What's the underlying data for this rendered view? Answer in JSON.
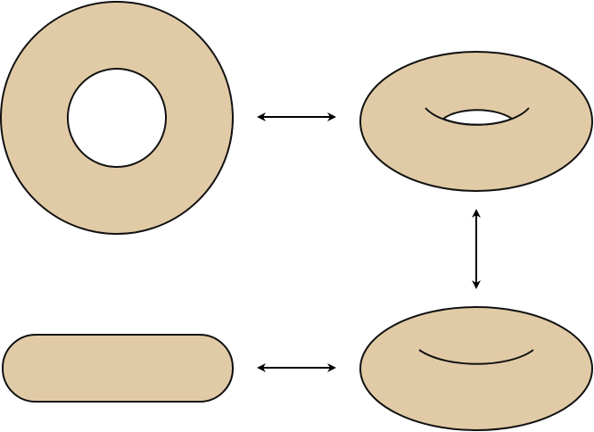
{
  "colors": {
    "torus_fill": "#E1CBA6",
    "outline": "#111111",
    "hole": "#FFFFFF",
    "arrow": "#000000"
  },
  "shapes": [
    {
      "name": "torus-top-view",
      "view": "top"
    },
    {
      "name": "torus-tilted-view",
      "view": "tilted"
    },
    {
      "name": "torus-oblique-view",
      "view": "oblique"
    },
    {
      "name": "torus-side-view",
      "view": "side"
    }
  ],
  "arrows": [
    {
      "name": "double-arrow-top",
      "direction": "horizontal",
      "connects": [
        "torus-top-view",
        "torus-tilted-view"
      ]
    },
    {
      "name": "double-arrow-right",
      "direction": "vertical",
      "connects": [
        "torus-tilted-view",
        "torus-oblique-view"
      ]
    },
    {
      "name": "double-arrow-bottom",
      "direction": "horizontal",
      "connects": [
        "torus-side-view",
        "torus-oblique-view"
      ]
    }
  ]
}
